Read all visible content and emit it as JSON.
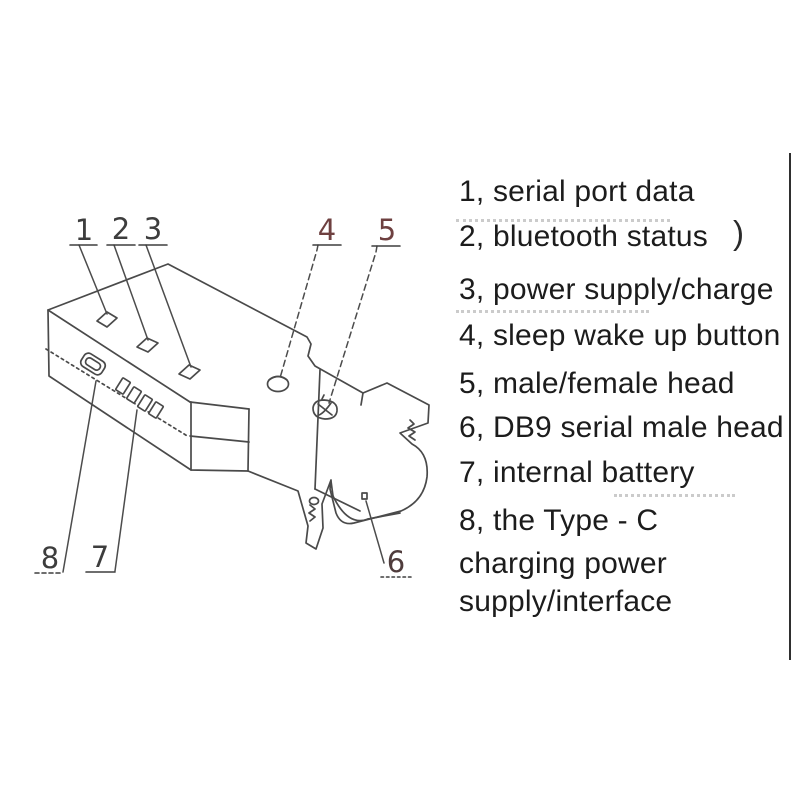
{
  "page": {
    "background": "#ffffff",
    "right_border_color": "#2f2f2f"
  },
  "legend": {
    "text_color": "#1c1c1c",
    "lines": [
      {
        "text": "1, serial port data"
      },
      {
        "text": "2, bluetooth status"
      },
      {
        "text": "3, power supply/charge"
      },
      {
        "text": "4, sleep wake up button"
      },
      {
        "text": "5, male/female head"
      },
      {
        "text": "6, DB9 serial male head"
      },
      {
        "text": "7, internal battery"
      },
      {
        "text": "8, the Type - C"
      },
      {
        "text": "charging power"
      },
      {
        "text": "supply/interface"
      }
    ],
    "stray_paren": ")"
  },
  "diagram": {
    "line_color": "#4a4a4a",
    "callouts": [
      {
        "label": "1",
        "color": "#3d3d3d"
      },
      {
        "label": "2",
        "color": "#3d3d3d"
      },
      {
        "label": "3",
        "color": "#3d3d3d"
      },
      {
        "label": "4",
        "color": "#6e4040"
      },
      {
        "label": "5",
        "color": "#6e4040"
      },
      {
        "label": "6",
        "color": "#4f3c3c"
      },
      {
        "label": "7",
        "color": "#3d3d3d"
      },
      {
        "label": "8",
        "color": "#3d3d3d"
      }
    ]
  }
}
